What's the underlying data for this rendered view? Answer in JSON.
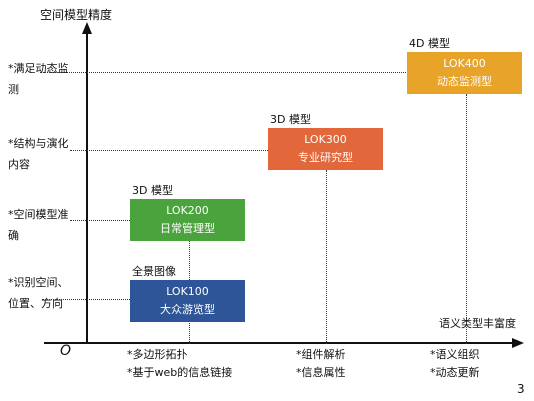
{
  "y_axis_title": "空间模型精度",
  "x_axis_title": "语义类型丰富度",
  "origin_label": "O",
  "page_number": "3",
  "y_levels": [
    {
      "line1": "*满足动态监",
      "line2": "测"
    },
    {
      "line1": "*结构与演化",
      "line2": "内容"
    },
    {
      "line1": "*空间模型准",
      "line2": "确"
    },
    {
      "line1": "*识别空间、",
      "line2": "位置、方向"
    }
  ],
  "x_levels": [
    {
      "line1": "*多边形拓扑",
      "line2": "*基于web的信息链接"
    },
    {
      "line1": "*组件解析",
      "line2": "*信息属性"
    },
    {
      "line1": "*语义组织",
      "line2": "*动态更新"
    }
  ],
  "boxes": [
    {
      "tag": "全景图像",
      "code": "LOK100",
      "name": "大众游览型",
      "color": "#2d5597"
    },
    {
      "tag": "3D 模型",
      "code": "LOK200",
      "name": "日常管理型",
      "color": "#4aa33c"
    },
    {
      "tag": "3D 模型",
      "code": "LOK300",
      "name": "专业研究型",
      "color": "#e2673a"
    },
    {
      "tag": "4D 模型",
      "code": "LOK400",
      "name": "动态监测型",
      "color": "#e8a329"
    }
  ]
}
